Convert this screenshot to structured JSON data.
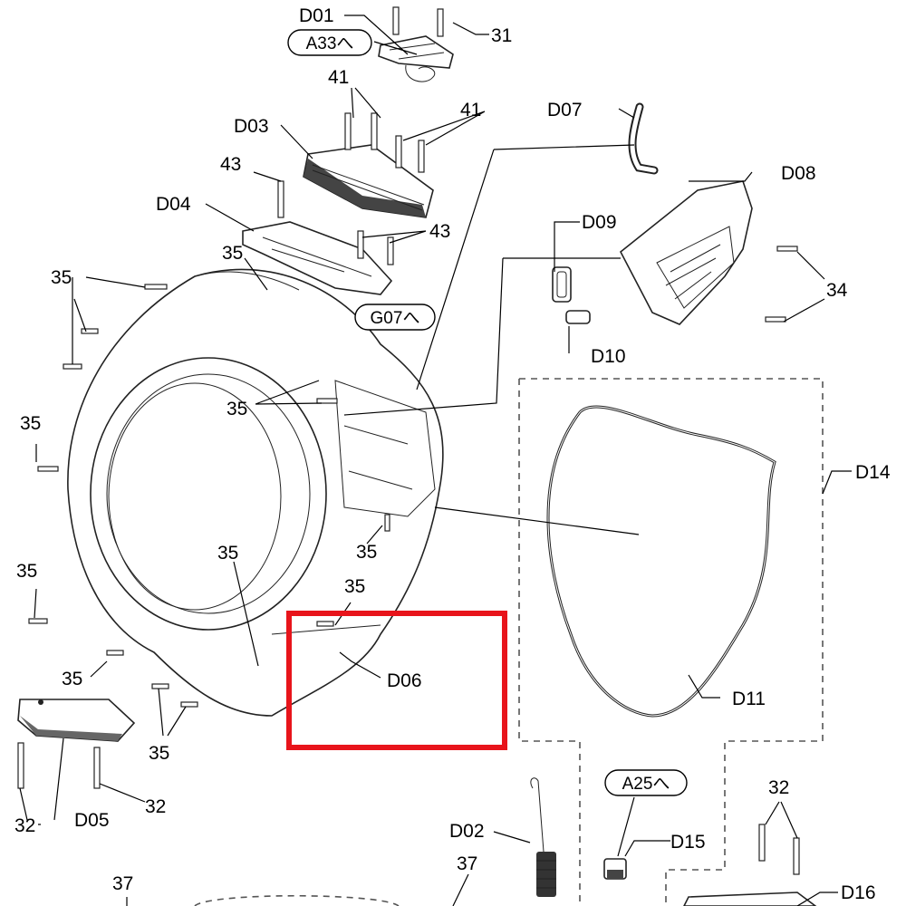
{
  "labels": {
    "d01": "D01",
    "d02": "D02",
    "d03": "D03",
    "d04": "D04",
    "d05": "D05",
    "d06": "D06",
    "d07": "D07",
    "d08": "D08",
    "d09": "D09",
    "d10": "D10",
    "d11": "D11",
    "d14": "D14",
    "d15": "D15",
    "d16": "D16"
  },
  "refs": {
    "a33": "A33へ",
    "g07": "G07へ",
    "a25": "A25へ"
  },
  "screws": {
    "n31": "31",
    "n32": "32",
    "n34": "34",
    "n35": "35",
    "n37": "37",
    "n41": "41",
    "n43": "43"
  },
  "highlight_color": "#e8141b"
}
